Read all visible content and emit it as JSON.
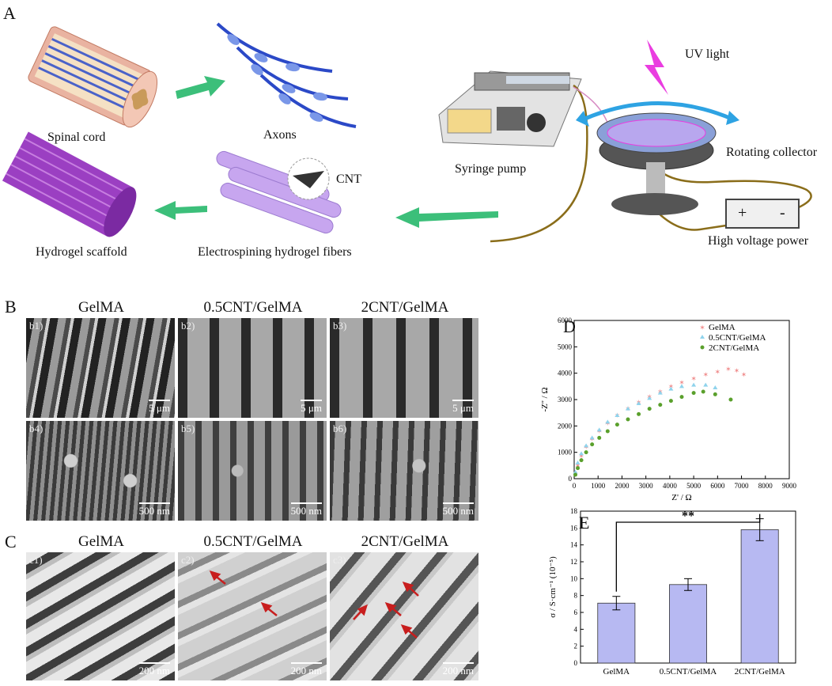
{
  "panel_A": {
    "letter": "A",
    "spinal_cord": "Spinal cord",
    "axons": "Axons",
    "hydrogel_scaffold": "Hydrogel scaffold",
    "electrospinning": "Electrospining hydrogel fibers",
    "cnt": "CNT",
    "syringe_pump": "Syringe pump",
    "uv_light": "UV light",
    "rotating_collector": "Rotating collector",
    "high_voltage": "High voltage power",
    "plus": "+",
    "minus": "-"
  },
  "panel_B": {
    "letter": "B",
    "headers": [
      "GelMA",
      "0.5CNT/GelMA",
      "2CNT/GelMA"
    ],
    "images": [
      {
        "label": "b1)",
        "scale": "5 μm"
      },
      {
        "label": "b2)",
        "scale": "5 μm"
      },
      {
        "label": "b3)",
        "scale": "5 μm"
      },
      {
        "label": "b4)",
        "scale": "500 nm"
      },
      {
        "label": "b5)",
        "scale": "500 nm"
      },
      {
        "label": "b6)",
        "scale": "500 nm"
      }
    ]
  },
  "panel_C": {
    "letter": "C",
    "headers": [
      "GelMA",
      "0.5CNT/GelMA",
      "2CNT/GelMA"
    ],
    "images": [
      {
        "label": "c1)",
        "scale": "200 nm"
      },
      {
        "label": "c2)",
        "scale": "200 nm"
      },
      {
        "label": "c3)",
        "scale": "200 nm"
      }
    ]
  },
  "chart_data": [
    {
      "panel": "D",
      "type": "scatter",
      "xlabel": "Z' / Ω",
      "ylabel": "-Z'' / Ω",
      "xlim": [
        0,
        9000
      ],
      "ylim": [
        0,
        6000
      ],
      "xticks": [
        "0",
        "1000",
        "2000",
        "3000",
        "4000",
        "5000",
        "6000",
        "7000",
        "8000",
        "9000"
      ],
      "yticks": [
        "0",
        "1000",
        "2000",
        "3000",
        "4000",
        "5000",
        "6000"
      ],
      "legend_position": "top-right",
      "series": [
        {
          "name": "GelMA",
          "color": "#f08c8c",
          "x": [
            50,
            150,
            300,
            500,
            750,
            1050,
            1400,
            1800,
            2250,
            2700,
            3150,
            3600,
            4050,
            4500,
            5000,
            5500,
            6000,
            6450,
            6800,
            7100
          ],
          "y": [
            200,
            500,
            850,
            1200,
            1500,
            1800,
            2100,
            2400,
            2650,
            2900,
            3100,
            3300,
            3500,
            3650,
            3800,
            3950,
            4050,
            4150,
            4100,
            3950
          ]
        },
        {
          "name": "0.5CNT/GelMA",
          "color": "#8fd3ec",
          "x": [
            50,
            150,
            300,
            500,
            750,
            1050,
            1400,
            1800,
            2250,
            2700,
            3150,
            3600,
            4050,
            4500,
            5000,
            5500,
            5900
          ],
          "y": [
            250,
            600,
            950,
            1250,
            1550,
            1850,
            2150,
            2400,
            2650,
            2850,
            3050,
            3250,
            3400,
            3500,
            3550,
            3550,
            3450
          ]
        },
        {
          "name": "2CNT/GelMA",
          "color": "#5aa02c",
          "x": [
            50,
            150,
            300,
            500,
            750,
            1050,
            1400,
            1800,
            2250,
            2700,
            3150,
            3600,
            4050,
            4500,
            5000,
            5400,
            5900,
            6550
          ],
          "y": [
            150,
            400,
            700,
            1000,
            1300,
            1550,
            1800,
            2050,
            2250,
            2450,
            2650,
            2800,
            2950,
            3100,
            3250,
            3300,
            3200,
            3000
          ]
        }
      ]
    },
    {
      "panel": "E",
      "type": "bar",
      "categories": [
        "GelMA",
        "0.5CNT/GelMA",
        "2CNT/GelMA"
      ],
      "values": [
        7.1,
        9.3,
        15.8
      ],
      "errors": [
        0.8,
        0.7,
        1.3
      ],
      "ylabel": "σ / S·cm⁻¹ (10⁻⁵)",
      "ylim": [
        0,
        18
      ],
      "yticks": [
        "0",
        "2",
        "4",
        "6",
        "8",
        "10",
        "12",
        "14",
        "16",
        "18"
      ],
      "bar_color": "#b7b9f2",
      "significance": "**"
    }
  ],
  "panel_D": {
    "letter": "D"
  },
  "panel_E": {
    "letter": "E"
  }
}
